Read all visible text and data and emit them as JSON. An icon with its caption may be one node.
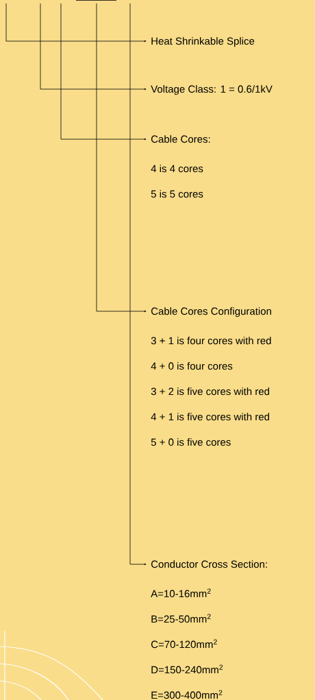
{
  "diagram": {
    "nodes": [
      {
        "text": [
          "Heat Shrinkable Splice"
        ]
      },
      {
        "text": [
          "Voltage Class: 1 = 0.6/1kV"
        ]
      },
      {
        "text": [
          "Cable Cores:",
          "4 is 4 cores",
          "5 is 5 cores"
        ]
      },
      {
        "text": [
          "Cable Cores Configuration",
          "3 + 1 is four cores with red",
          "4 + 0 is four cores",
          "3 + 2 is five cores with red",
          "4 + 1 is five cores with red",
          "5 + 0 is five cores"
        ]
      },
      {
        "text": [
          "Conductor Cross Section:",
          "A=10-16mm$^{2}$",
          "B=25-50mm$^{2}$",
          "C=70-120mm$^{2}$",
          "D=150-240mm$^{2}$",
          "E=300-400mm$^{2}$"
        ]
      }
    ],
    "edges": [
      {
        "from": null,
        "to": 0,
        "arrow": "to"
      },
      {
        "from": null,
        "to": 1,
        "arrow": "to"
      },
      {
        "from": null,
        "to": 2,
        "arrow": "to"
      },
      {
        "from": null,
        "to": 3,
        "arrow": "to"
      },
      {
        "from": null,
        "to": 4,
        "arrow": "to"
      }
    ]
  }
}
